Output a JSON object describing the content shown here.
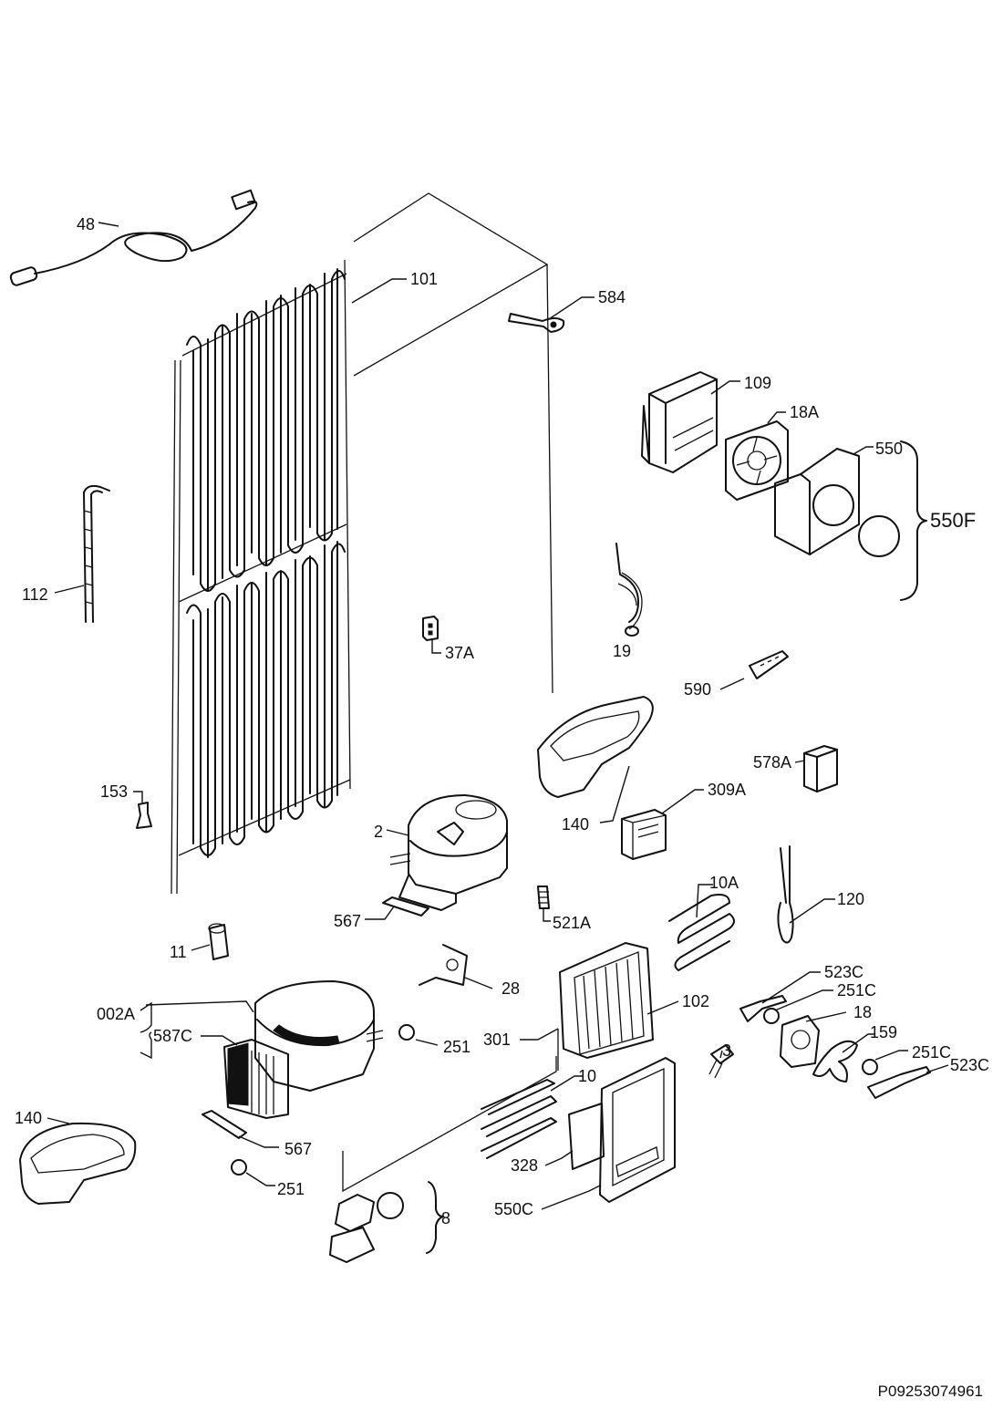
{
  "parts": {
    "p48": "48",
    "p101": "101",
    "p584": "584",
    "p109": "109",
    "p18A": "18A",
    "p550": "550",
    "p550F": "550F",
    "p112": "112",
    "p19": "19",
    "p37A": "37A",
    "p590": "590",
    "p578A": "578A",
    "p140a": "140",
    "p309A": "309A",
    "p153": "153",
    "p2": "2",
    "p10A": "10A",
    "p120": "120",
    "p567a": "567",
    "p521A": "521A",
    "p11": "11",
    "p28": "28",
    "p523Ca": "523C",
    "p251Ca": "251C",
    "p18": "18",
    "p102": "102",
    "p002A": "002A",
    "p587C": "587C",
    "p301": "301",
    "p251a": "251",
    "p159": "159",
    "p3": "3",
    "p251Cb": "251C",
    "p523Cb": "523C",
    "p10": "10",
    "p140b": "140",
    "p567b": "567",
    "p328": "328",
    "p251b": "251",
    "p550C": "550C",
    "p8": "8"
  },
  "drawing_code": "P09253074961"
}
